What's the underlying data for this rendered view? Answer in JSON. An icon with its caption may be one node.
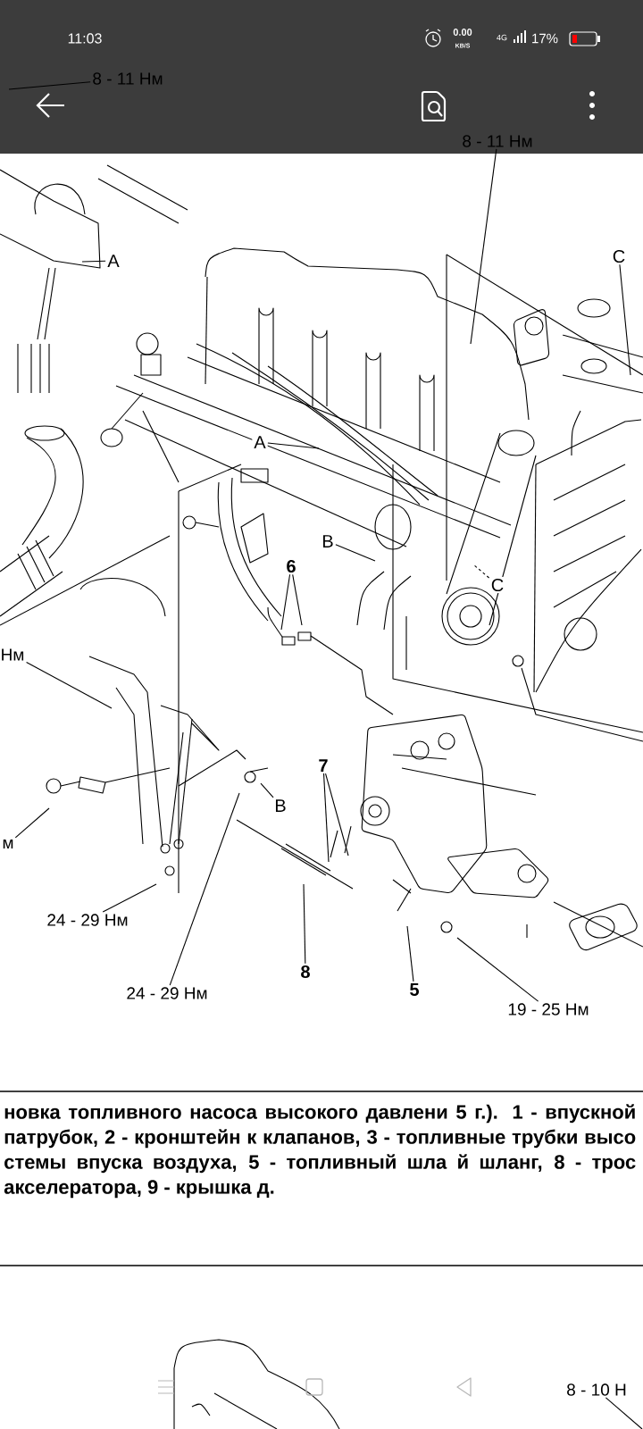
{
  "diagram": {
    "caption": "новка топливного насоса высокого давлени 5 г.). 1 - впускной патрубок, 2 - кронштейн к клапанов, 3 - топливные трубки высо стемы впуска воздуха, 5 - топливный шла й шланг, 8 - трос акселератора, 9 - крышка д.",
    "nodes": [
      {
        "text": [
          "8 - 11 Нм"
        ]
      },
      {
        "text": [
          "8 - 11 Нм"
        ]
      },
      {
        "text": [
          "A"
        ]
      },
      {
        "text": [
          "C"
        ]
      },
      {
        "text": [
          "A"
        ]
      },
      {
        "text": [
          "B"
        ]
      },
      {
        "text": [
          "6"
        ]
      },
      {
        "text": [
          "C"
        ]
      },
      {
        "text": [
          "7"
        ]
      },
      {
        "text": [
          "B"
        ]
      },
      {
        "text": [
          "24 - 29 Нм"
        ]
      },
      {
        "text": [
          "8"
        ]
      },
      {
        "text": [
          "5"
        ]
      },
      {
        "text": [
          "24 - 29 Нм"
        ]
      },
      {
        "text": [
          "19 - 25 Нм"
        ]
      },
      {
        "text": [
          "8 - 10 Н"
        ]
      },
      {
        "text": [
          "Нм"
        ]
      },
      {
        "text": [
          "м"
        ]
      }
    ],
    "edges": [
      {
        "from": 0,
        "to": null,
        "arrow": "none"
      },
      {
        "from": 1,
        "to": null,
        "arrow": "none"
      },
      {
        "from": 2,
        "to": null,
        "arrow": "none"
      },
      {
        "from": 3,
        "to": null,
        "arrow": "none"
      },
      {
        "from": 4,
        "to": null,
        "arrow": "none"
      },
      {
        "from": 5,
        "to": null,
        "arrow": "none"
      },
      {
        "from": 6,
        "to": null,
        "arrow": "none"
      },
      {
        "from": 6,
        "to": null,
        "arrow": "none"
      },
      {
        "from": 7,
        "to": null,
        "arrow": "none",
        "style": "dashed"
      },
      {
        "from": 8,
        "to": null,
        "arrow": "none"
      },
      {
        "from": 8,
        "to": null,
        "arrow": "none"
      },
      {
        "from": 9,
        "to": null,
        "arrow": "none"
      },
      {
        "from": 10,
        "to": null,
        "arrow": "none"
      },
      {
        "from": 11,
        "to": null,
        "arrow": "none"
      },
      {
        "from": 12,
        "to": null,
        "arrow": "none"
      },
      {
        "from": 13,
        "to": null,
        "arrow": "none"
      },
      {
        "from": 14,
        "to": null,
        "arrow": "none"
      },
      {
        "from": 15,
        "to": null,
        "arrow": "none"
      },
      {
        "from": 16,
        "to": null,
        "arrow": "none"
      },
      {
        "from": 17,
        "to": null,
        "arrow": "none"
      }
    ],
    "labels": [
      "11:03",
      "0.00",
      "KB/S",
      "4G",
      "17%"
    ]
  }
}
